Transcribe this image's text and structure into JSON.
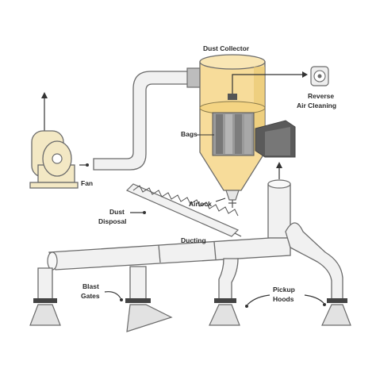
{
  "labels": {
    "dust_collector": "Dust Collector",
    "reverse_air_cleaning_line1": "Reverse",
    "reverse_air_cleaning_line2": "Air Cleaning",
    "bags": "Bags",
    "fan": "Fan",
    "airlock": "Airlock",
    "dust_disposal_line1": "Dust",
    "dust_disposal_line2": "Disposal",
    "ducting": "Ducting",
    "blast_gates_line1": "Blast",
    "blast_gates_line2": "Gates",
    "pickup_hoods_line1": "Pickup",
    "pickup_hoods_line2": "Hoods"
  },
  "colors": {
    "collector_fill": "#f7dc9a",
    "collector_shade": "#e8c46a",
    "duct_fill": "#f1f1f1",
    "outline": "#6b6b6b",
    "dark_box": "#5a5a5a"
  }
}
